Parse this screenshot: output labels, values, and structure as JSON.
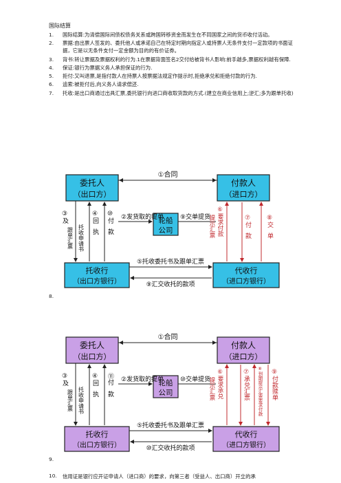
{
  "heading": "国际结算",
  "items": [
    {
      "num": "1.",
      "text": "国际结算:为清偿国际间债权债务关系或跨国转移资金而发生在不同国家之间的货币收付活动。"
    },
    {
      "num": "2.",
      "text": "票据:由出票人签发的、委托他人或承诺自己在特定时期向指定人或持票人无条件支付一定款项的书面证据，它是以无条件支付一定金额为目的的有价证券。"
    },
    {
      "num": "3.",
      "text": "背书:转让票据及票据权利的行为.1在票据背面签名2交付给被背书人影响:前手越多,票据权利越有保障."
    },
    {
      "num": "4.",
      "text": "保证:银行为票据义务人承担保证的行为."
    },
    {
      "num": "5.",
      "text": "拒付:又叫退票,是指付款人在持票人按票据法规定作提示时,拒绝承兑和拒绝付款的行为."
    },
    {
      "num": "6.",
      "text": "追索:被拒付后,向义务人请求偿还."
    },
    {
      "num": "7.",
      "text": "托收:是出口商通过出具汇票,委托银行向进口商收取货款的方式.(建立在商业信用上;逆汇;多为跟单托收)"
    }
  ],
  "item8": {
    "num": "8."
  },
  "item9": {
    "num": "9."
  },
  "item10": {
    "num": "10.",
    "text": "信用证是银行应开证申请人（进口商）的要求，向第三者（受益人、出口商）开立的承"
  },
  "diagram1": {
    "principal": [
      "委托人",
      "（出口方）"
    ],
    "payer": [
      "付款人",
      "（进口方）"
    ],
    "ship": [
      "轮船",
      "公司"
    ],
    "remitting_bank": [
      "托收行",
      "（出口方银行）"
    ],
    "collecting_bank": [
      "代收行",
      "（进口方银行）"
    ],
    "contract": "①合同",
    "bl": "②发货取的提单",
    "deliver": "⑨交单提货",
    "step3": [
      "③及",
      "跟单汇票",
      "托收申请书"
    ],
    "step4": [
      "④回",
      "执"
    ],
    "step10": [
      "⑩付",
      "款"
    ],
    "step6": [
      "⑥要求付款",
      "提示汇票"
    ],
    "step7": [
      "⑦付",
      "款"
    ],
    "step8": [
      "⑧交",
      "单"
    ],
    "step5": "⑤托收委托书及跟单汇票",
    "step9": "⑨汇交收托的款项"
  },
  "diagram2": {
    "principal": [
      "委托人",
      "（出口方）"
    ],
    "payer": [
      "付款人",
      "（进口方）"
    ],
    "ship": [
      "轮船",
      "公司"
    ],
    "remitting_bank": [
      "托收行",
      "（出口方银行）"
    ],
    "collecting_bank": [
      "代收行",
      "（进口方银行）"
    ],
    "contract": "①合同",
    "bl": "②发货取的提单",
    "deliver": "⑩交单提货",
    "step3": [
      "③及",
      "跟单汇票",
      "托收申请书"
    ],
    "step4": [
      "④回",
      "执"
    ],
    "step11": [
      "⑪付",
      "款"
    ],
    "step6": [
      "⑥要求承兑",
      "提示汇票"
    ],
    "step7": [
      "⑦承兑汇票"
    ],
    "step8": [
      "⑧到期提示汇票要求付款"
    ],
    "step9": [
      "⑨付款赎单"
    ],
    "step5": "⑤托收委托书及跟单汇票",
    "step10": "⑩汇交收托的款项"
  }
}
